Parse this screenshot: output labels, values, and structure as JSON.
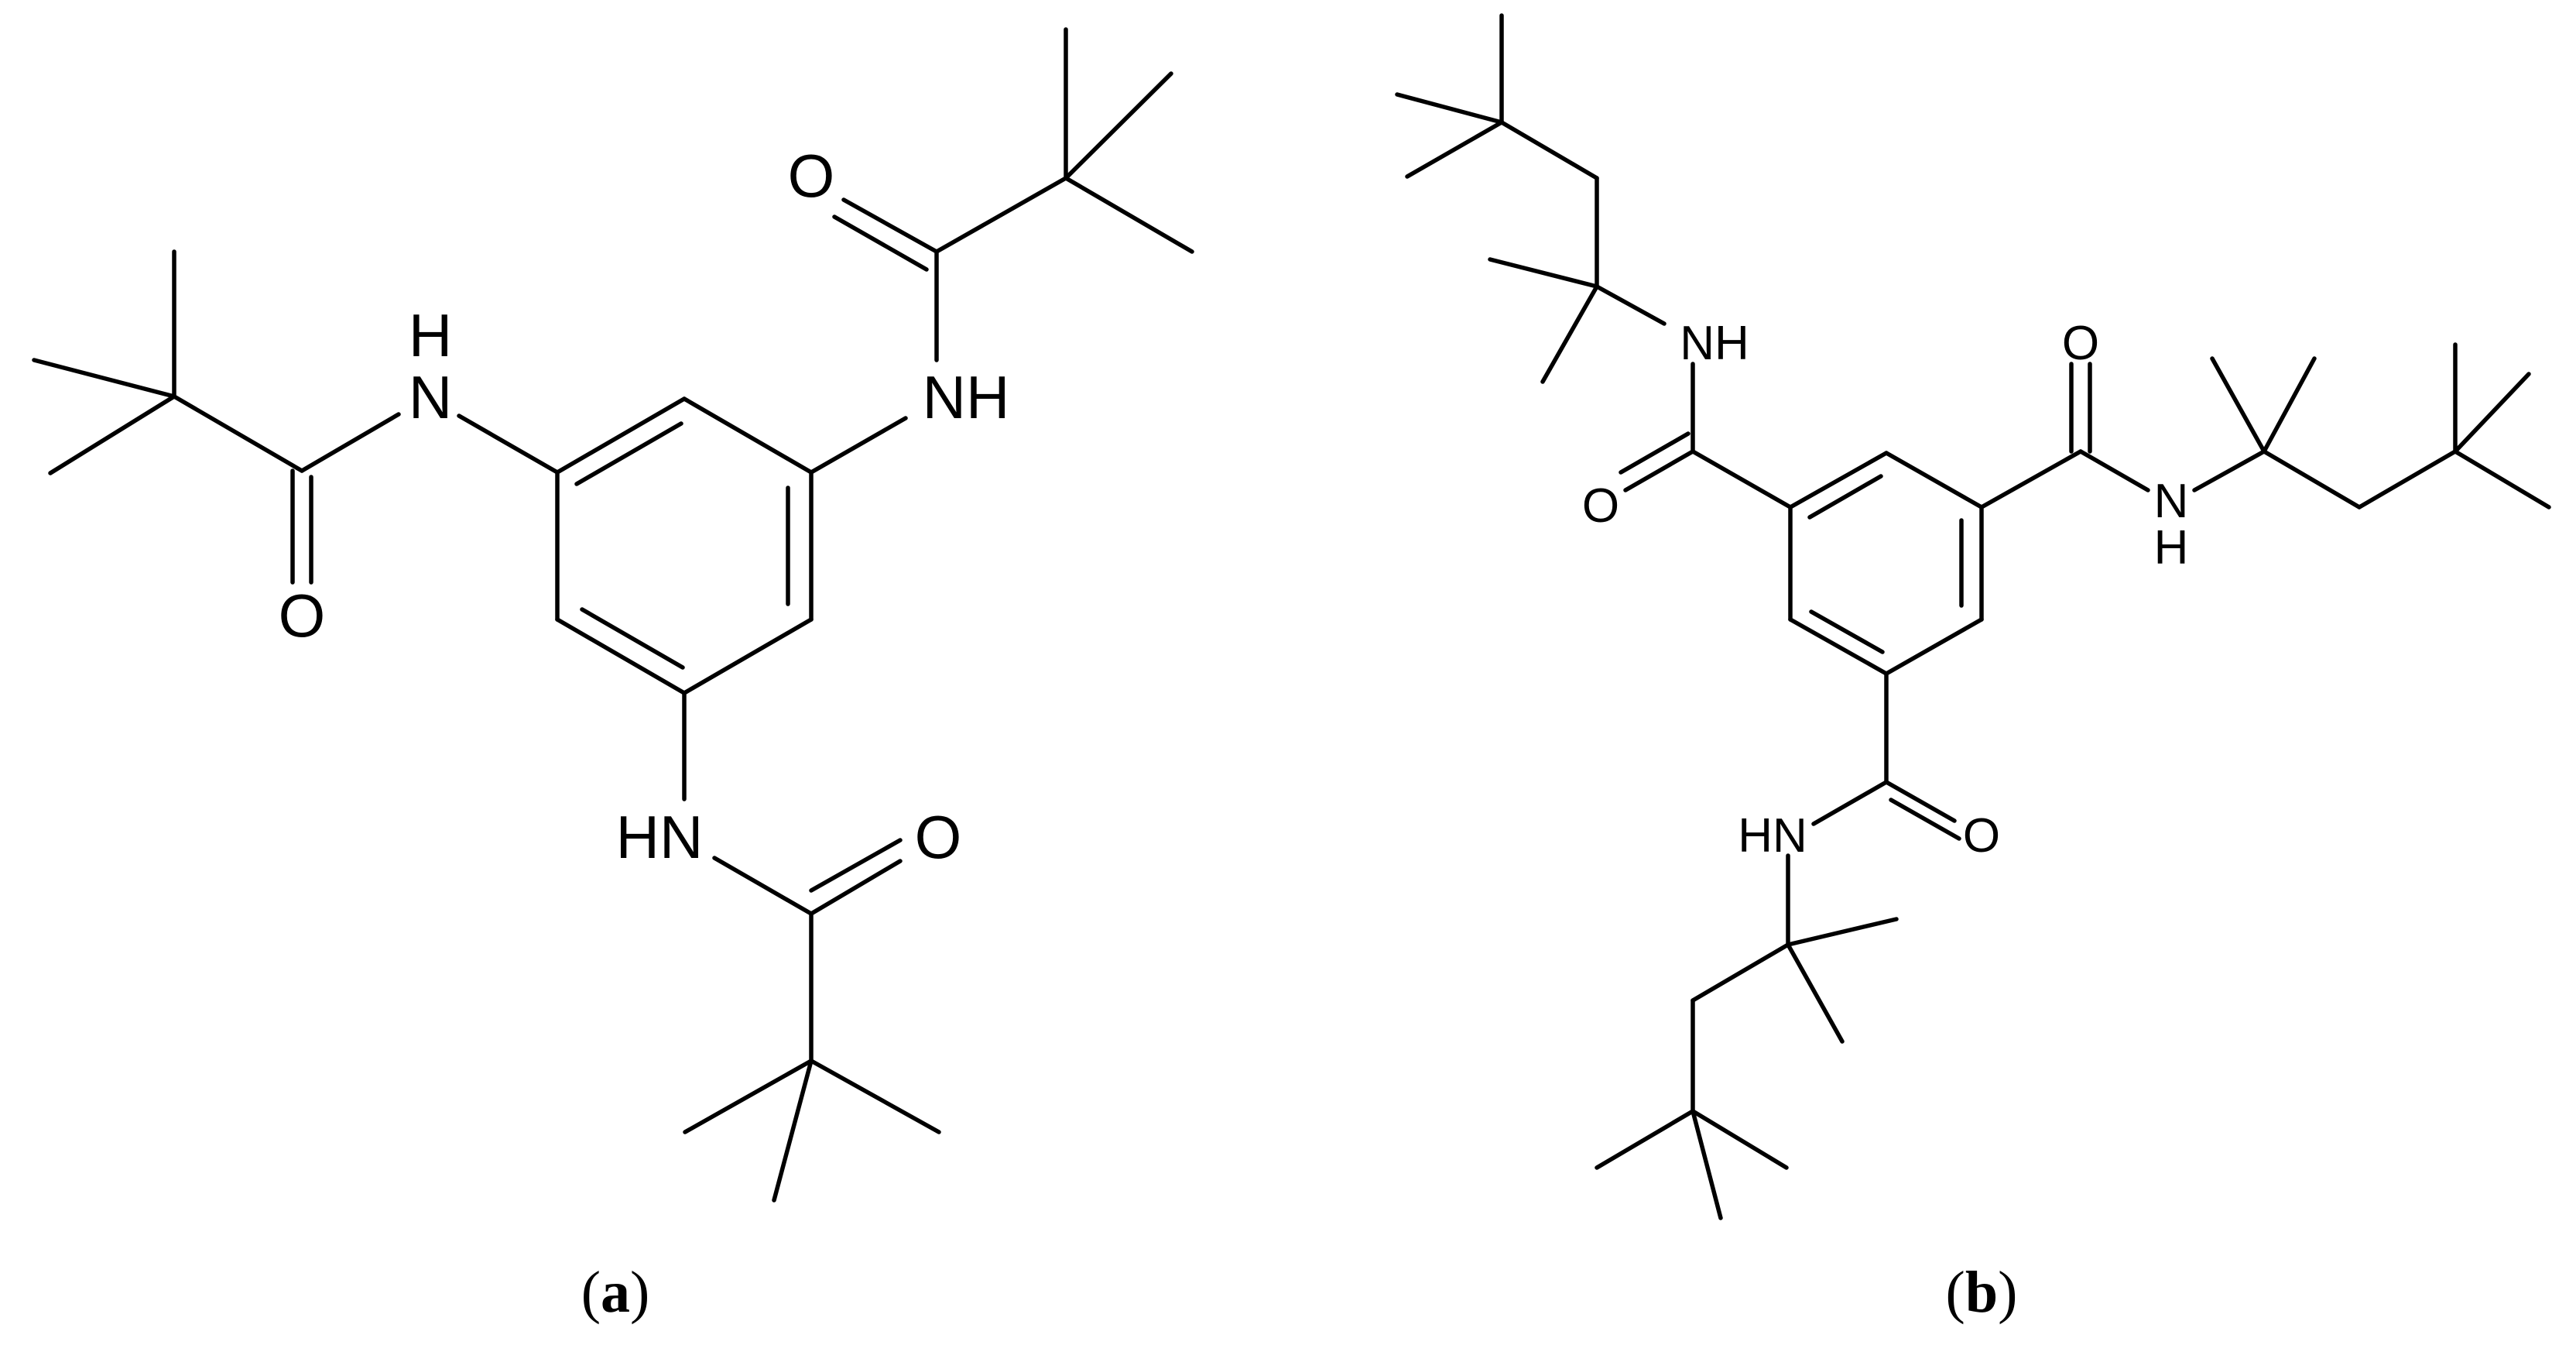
{
  "figure": {
    "panels": [
      {
        "id": "a",
        "caption_open": "(",
        "caption_letter": "a",
        "caption_close": ")",
        "atom_labels": [
          "H",
          "N",
          "O",
          "O",
          "NH",
          "HN",
          "O"
        ]
      },
      {
        "id": "b",
        "caption_open": "(",
        "caption_letter": "b",
        "caption_close": ")",
        "atom_labels": [
          "NH",
          "O",
          "O",
          "N",
          "H",
          "HN",
          "O"
        ]
      }
    ]
  }
}
